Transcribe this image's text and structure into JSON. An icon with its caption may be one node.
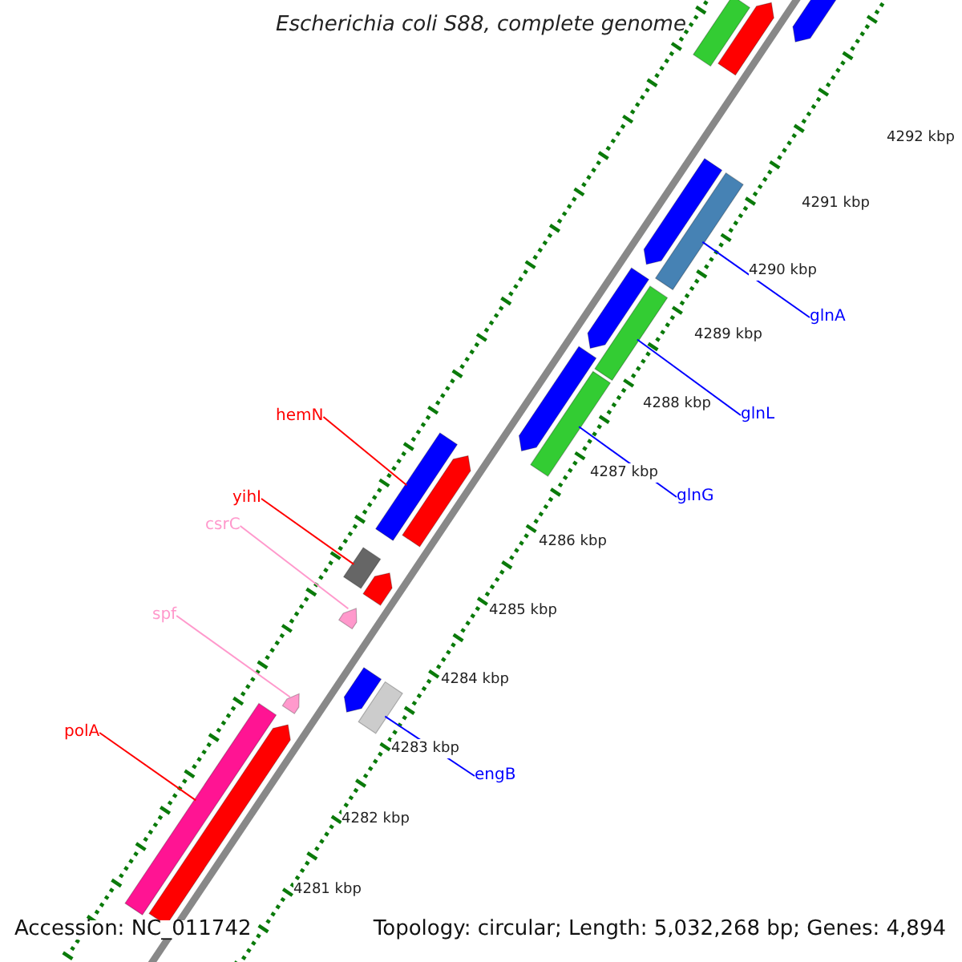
{
  "diagram": {
    "title": "Escherichia coli S88, complete genome",
    "nodes": [
      {
        "text": [
          "glnA"
        ]
      },
      {
        "text": [
          "glnL"
        ]
      },
      {
        "text": [
          "hemN"
        ]
      },
      {
        "text": [
          "glnG"
        ]
      },
      {
        "text": [
          "yihI"
        ]
      },
      {
        "text": [
          "csrC"
        ]
      },
      {
        "text": [
          "spf"
        ]
      },
      {
        "text": [
          "polA"
        ]
      },
      {
        "text": [
          "engB"
        ]
      },
      {
        "text": [],
        "shape": "bar"
      },
      {
        "text": [],
        "shape": "bar"
      },
      {
        "text": [],
        "shape": "bar"
      },
      {
        "text": [],
        "shape": "bar"
      },
      {
        "text": [],
        "shape": "bar"
      },
      {
        "text": [],
        "shape": "bar"
      },
      {
        "text": [],
        "shape": "bar"
      },
      {
        "text": [],
        "shape": "bar"
      },
      {
        "text": [],
        "shape": "bar"
      },
      {
        "text": [],
        "shape": "bar"
      },
      {
        "text": [],
        "shape": "bar"
      },
      {
        "text": [],
        "shape": "bar"
      },
      {
        "text": [],
        "shape": "bar"
      },
      {
        "text": [],
        "shape": "bar"
      },
      {
        "text": [],
        "shape": "bar"
      },
      {
        "text": [],
        "shape": "bar"
      },
      {
        "text": [],
        "shape": "bar"
      },
      {
        "text": [],
        "shape": "bar"
      },
      {
        "text": [],
        "shape": "bar"
      }
    ],
    "edges": [
      {
        "from": 0,
        "to": 13,
        "arrow": "none"
      },
      {
        "from": 1,
        "to": 15,
        "arrow": "none"
      },
      {
        "from": 2,
        "to": 18,
        "arrow": "none",
        "color": "#ff0000"
      },
      {
        "from": 3,
        "to": 17,
        "arrow": "none"
      },
      {
        "from": 4,
        "to": 20,
        "arrow": "none",
        "color": "#ff0000"
      },
      {
        "from": 5,
        "to": 22,
        "arrow": "none",
        "color": "#ff99cc"
      },
      {
        "from": 6,
        "to": 24,
        "arrow": "none",
        "color": "#ff99cc"
      },
      {
        "from": 7,
        "to": 26,
        "arrow": "none",
        "color": "#ff0000"
      },
      {
        "from": 8,
        "to": 25,
        "arrow": "none"
      }
    ],
    "labels": [
      "4292 kbp",
      "4291 kbp",
      "4290 kbp",
      "4289 kbp",
      "4288 kbp",
      "4287 kbp",
      "4286 kbp",
      "4285 kbp",
      "4284 kbp",
      "4283 kbp",
      "4282 kbp",
      "4281 kbp",
      "Accession: NC_011742",
      "Topology: circular; Length: 5,032,268 bp; Genes: 4,894"
    ]
  }
}
